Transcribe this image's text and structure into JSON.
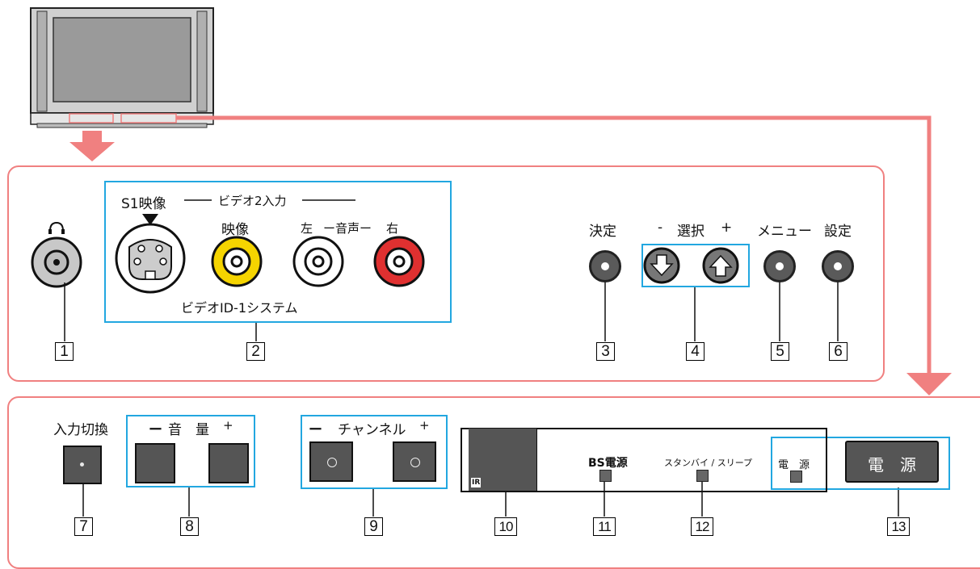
{
  "colors": {
    "accent_pink": "#f08080",
    "accent_blue": "#22a7e0",
    "yellow_jack": "#f5d400",
    "red_jack": "#e03030"
  },
  "front_panel": {
    "headphone_icon": "headphones-icon",
    "input_group": {
      "s1_label": "S1映像",
      "video2_label": "ビデオ2入力",
      "video_label": "映像",
      "audio_left": "左",
      "audio_label": "ー音声ー",
      "audio_right": "右",
      "id1_label": "ビデオID-1システム"
    },
    "buttons": {
      "decide": "決定",
      "select_minus": "-",
      "select": "選択",
      "select_plus": "+",
      "menu": "メニュー",
      "setting": "設定"
    },
    "numbers": [
      "1",
      "2",
      "3",
      "4",
      "5",
      "6"
    ]
  },
  "lower_panel": {
    "input_switch": "入力切換",
    "volume_minus": "ー",
    "volume_label": "音　量",
    "volume_plus": "+",
    "channel_minus": "ー",
    "channel_label": "チャンネル",
    "channel_plus": "+",
    "ir_label": "IR",
    "bs_power": "BS電源",
    "standby": "スタンバイ / スリープ",
    "power_small": "電　源",
    "power_button": "電　源",
    "numbers": [
      "7",
      "8",
      "9",
      "10",
      "11",
      "12",
      "13"
    ]
  }
}
